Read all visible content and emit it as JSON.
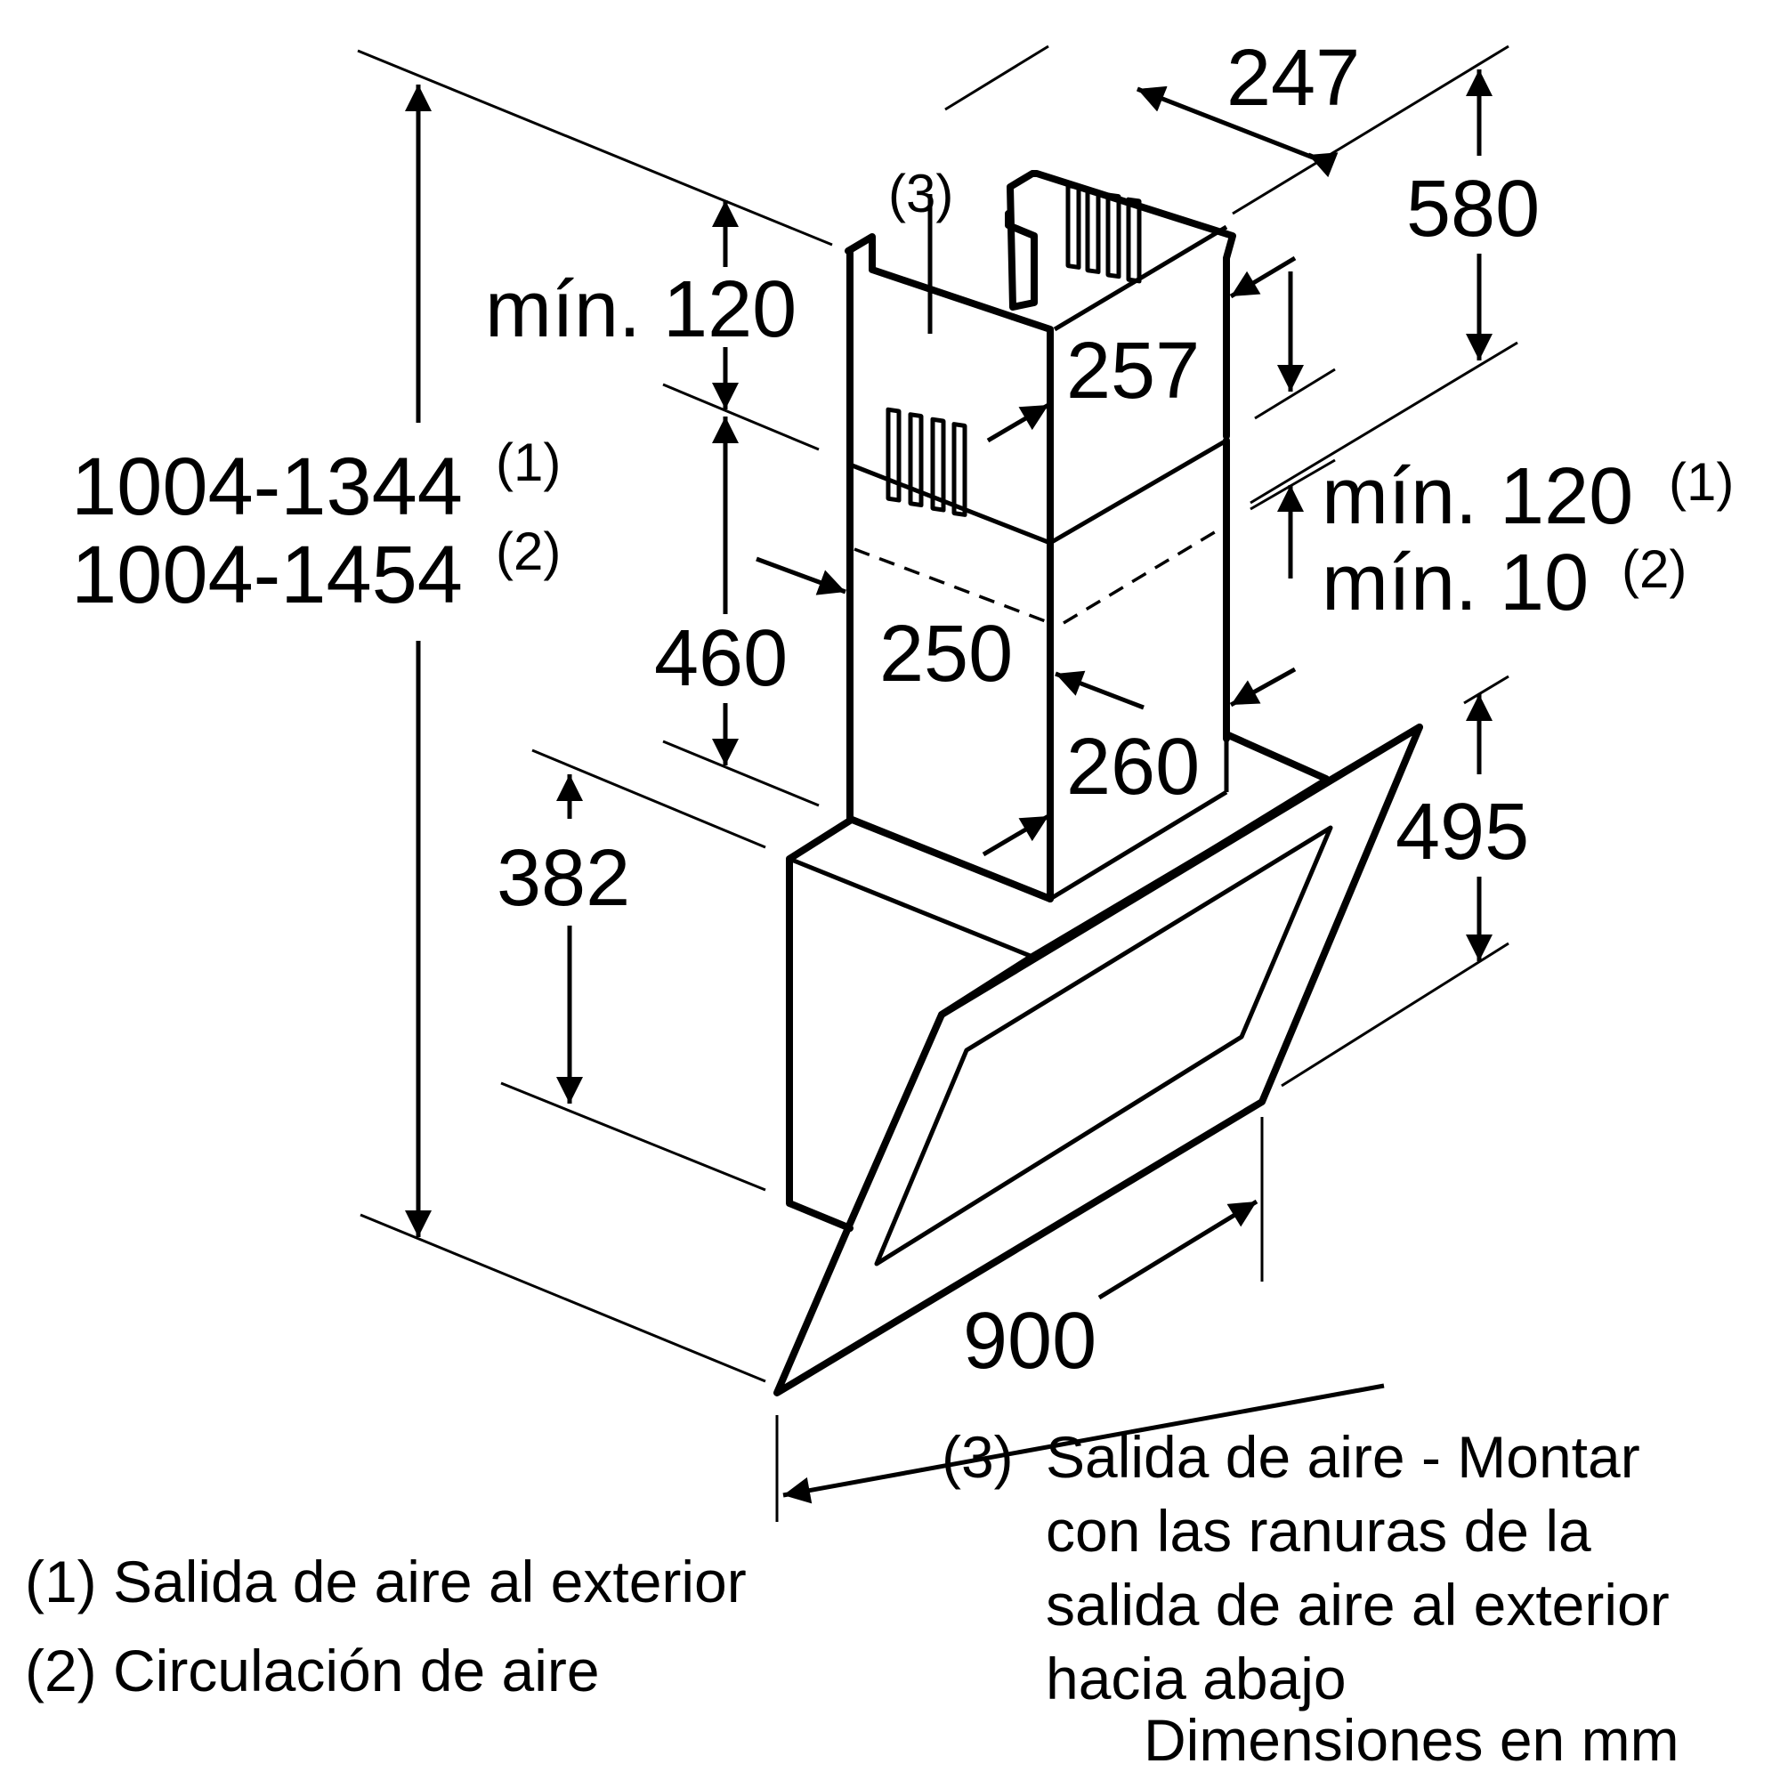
{
  "dimensions": {
    "total_height_1": "1004-1344",
    "total_height_2": "1004-1454",
    "chimney_top_width": "247",
    "chimney_top_height": "580",
    "min_top_gap": "mín. 120",
    "inner_chimney_depth": "257",
    "min_gap_1": "mín. 120",
    "min_gap_2": "mín. 10",
    "lower_chimney_height": "460",
    "lower_chimney_width": "250",
    "lower_chimney_depth": "260",
    "canopy_height": "495",
    "body_height": "382",
    "total_width": "900"
  },
  "markers": {
    "m1": "(1)",
    "m2": "(2)",
    "m3": "(3)"
  },
  "legend": {
    "item1": "(1) Salida de aire al exterior",
    "item2": "(2) Circulación de aire",
    "item3_marker": "(3)",
    "item3_line1": "Salida de aire - Montar",
    "item3_line2": "con las ranuras de la",
    "item3_line3": "salida de aire al exterior",
    "item3_line4": "hacia abajo",
    "units": "Dimensiones en mm"
  }
}
